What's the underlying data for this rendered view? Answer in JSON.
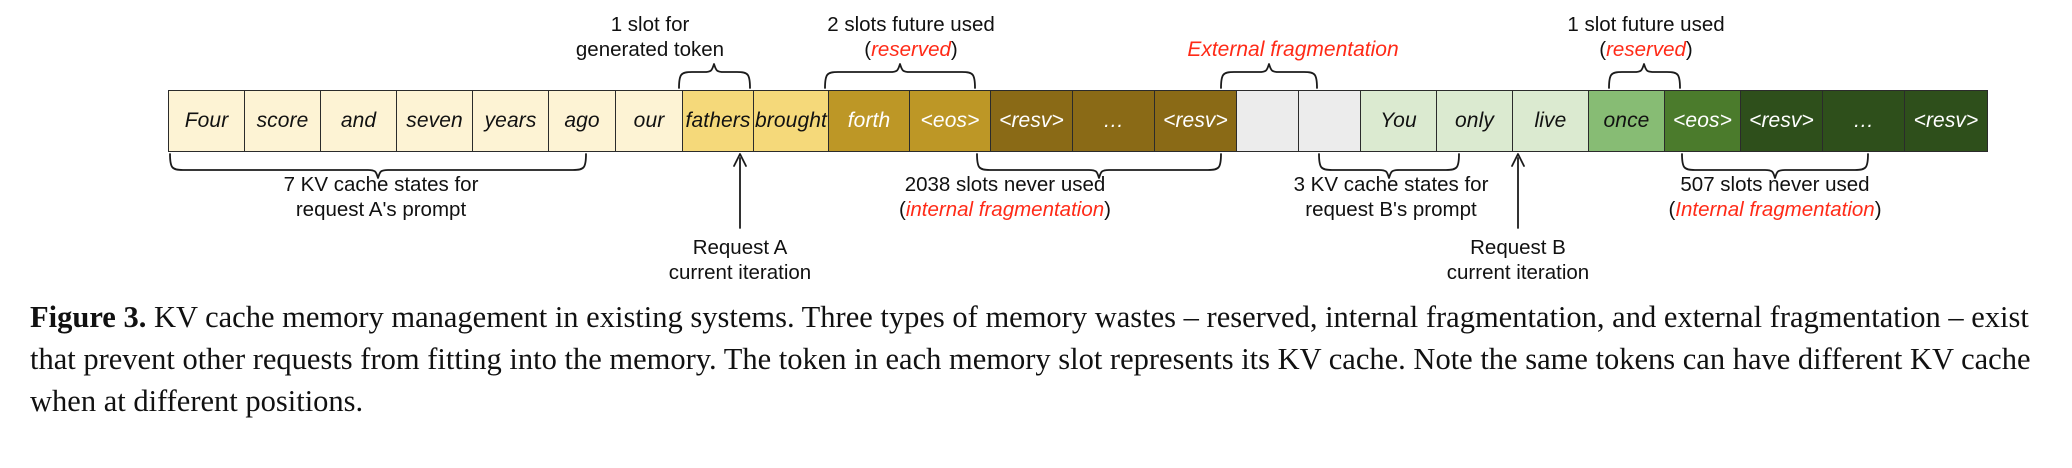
{
  "figure": {
    "slots": [
      {
        "text": "Four",
        "style": "c-promptA",
        "width": 76,
        "group": "prompt-a"
      },
      {
        "text": "score",
        "style": "c-promptA",
        "width": 76,
        "group": "prompt-a"
      },
      {
        "text": "and",
        "style": "c-promptA",
        "width": 76,
        "group": "prompt-a"
      },
      {
        "text": "seven",
        "style": "c-promptA",
        "width": 76,
        "group": "prompt-a"
      },
      {
        "text": "years",
        "style": "c-promptA",
        "width": 76,
        "group": "prompt-a"
      },
      {
        "text": "ago",
        "style": "c-promptA",
        "width": 67,
        "group": "prompt-a"
      },
      {
        "text": "our",
        "style": "c-promptA",
        "width": 67,
        "group": "prompt-a"
      },
      {
        "text": "fathers",
        "style": "c-currentA",
        "width": 71,
        "group": "generated-a"
      },
      {
        "text": "brought",
        "style": "c-currentA",
        "width": 75,
        "group": "current-a"
      },
      {
        "text": "forth",
        "style": "c-reservedA",
        "width": 81,
        "group": "reserved-a"
      },
      {
        "text": "<eos>",
        "style": "c-reservedA",
        "width": 81,
        "group": "reserved-a"
      },
      {
        "text": "<resv>",
        "style": "c-internalA",
        "width": 82,
        "group": "internal-a"
      },
      {
        "text": "…",
        "style": "c-internalA",
        "width": 82,
        "group": "internal-a"
      },
      {
        "text": "<resv>",
        "style": "c-internalA",
        "width": 82,
        "group": "internal-a"
      },
      {
        "text": "",
        "style": "c-extfrag",
        "width": 62,
        "group": "external-frag"
      },
      {
        "text": "",
        "style": "c-extfrag",
        "width": 62,
        "group": "external-frag"
      },
      {
        "text": "You",
        "style": "c-promptB",
        "width": 76,
        "group": "prompt-b"
      },
      {
        "text": "only",
        "style": "c-promptB",
        "width": 76,
        "group": "prompt-b"
      },
      {
        "text": "live",
        "style": "c-promptB",
        "width": 76,
        "group": "prompt-b"
      },
      {
        "text": "once",
        "style": "c-currentB",
        "width": 76,
        "group": "current-b"
      },
      {
        "text": "<eos>",
        "style": "c-reservedB",
        "width": 76,
        "group": "reserved-b"
      },
      {
        "text": "<resv>",
        "style": "c-internalB",
        "width": 82,
        "group": "internal-b"
      },
      {
        "text": "…",
        "style": "c-internalB",
        "width": 82,
        "group": "internal-b"
      },
      {
        "text": "<resv>",
        "style": "c-internalB",
        "width": 82,
        "group": "internal-b"
      }
    ],
    "annotations": {
      "generated_token": {
        "line1": "1 slot for",
        "line2": "generated token"
      },
      "reserved_a": {
        "line1": "2 slots future used",
        "paren_open": "(",
        "emph": "reserved",
        "paren_close": ")"
      },
      "external_fragmentation": {
        "text": "External fragmentation"
      },
      "reserved_b": {
        "line1": "1 slot future used",
        "paren_open": "(",
        "emph": "reserved",
        "paren_close": ")"
      },
      "prompt_a": {
        "line1": "7 KV cache states for",
        "line2": "request A's prompt"
      },
      "request_a": {
        "line1": "Request A",
        "line2": "current iteration"
      },
      "internal_a": {
        "line1": "2038 slots never used",
        "paren_open": "(",
        "emph": "internal fragmentation",
        "paren_close": ")"
      },
      "prompt_b": {
        "line1": "3 KV cache states for",
        "line2": "request B's prompt"
      },
      "request_b": {
        "line1": "Request B",
        "line2": "current iteration"
      },
      "internal_b": {
        "line1": "507 slots never used",
        "paren_open": "(",
        "emph": "Internal fragmentation",
        "paren_close": ")"
      }
    },
    "colors": {
      "prompt_a": "#fdf3d4",
      "current_a": "#f5d97a",
      "reserved_a": "#bd9726",
      "internal_a": "#8a6a16",
      "external_fragmentation": "#ececec",
      "prompt_b": "#dbead0",
      "current_b": "#87bc74",
      "reserved_b": "#4b7b2c",
      "internal_b": "#2e4f1b",
      "accent_red": "#ff2a17",
      "stroke": "#1b1b1b"
    }
  },
  "caption": {
    "label": "Figure 3.",
    "text": " KV cache memory management in existing systems. Three types of memory wastes – reserved, internal fragmentation, and external fragmentation – exist that prevent other requests from fitting into the memory. The token in each memory slot represents its KV cache. Note the same tokens can have different KV cache when at different positions."
  }
}
